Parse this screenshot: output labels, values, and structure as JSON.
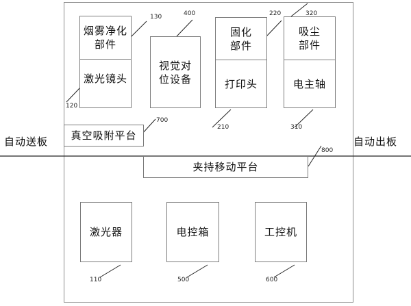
{
  "side_labels": {
    "left": "自动送板",
    "right": "自动出板"
  },
  "components": {
    "fume_purifier": {
      "label": "烟雾净化\n部件",
      "ref": "130"
    },
    "laser_lens": {
      "label": "激光镜头",
      "ref": "120"
    },
    "vision_alignment": {
      "label": "视觉对\n位设备",
      "ref": "400"
    },
    "curing": {
      "label": "固化\n部件",
      "ref": "220"
    },
    "print_head": {
      "label": "打印头",
      "ref": "210"
    },
    "dust_suction": {
      "label": "吸尘\n部件",
      "ref": "320"
    },
    "spindle": {
      "label": "电主轴",
      "ref": "310"
    },
    "vacuum_platform": {
      "label": "真空吸附平台",
      "ref": "700"
    },
    "clamp_platform": {
      "label": "夹持移动平台",
      "ref": "800"
    },
    "laser": {
      "label": "激光器",
      "ref": "110"
    },
    "control_box": {
      "label": "电控箱",
      "ref": "500"
    },
    "ipc": {
      "label": "工控机",
      "ref": "600"
    }
  }
}
